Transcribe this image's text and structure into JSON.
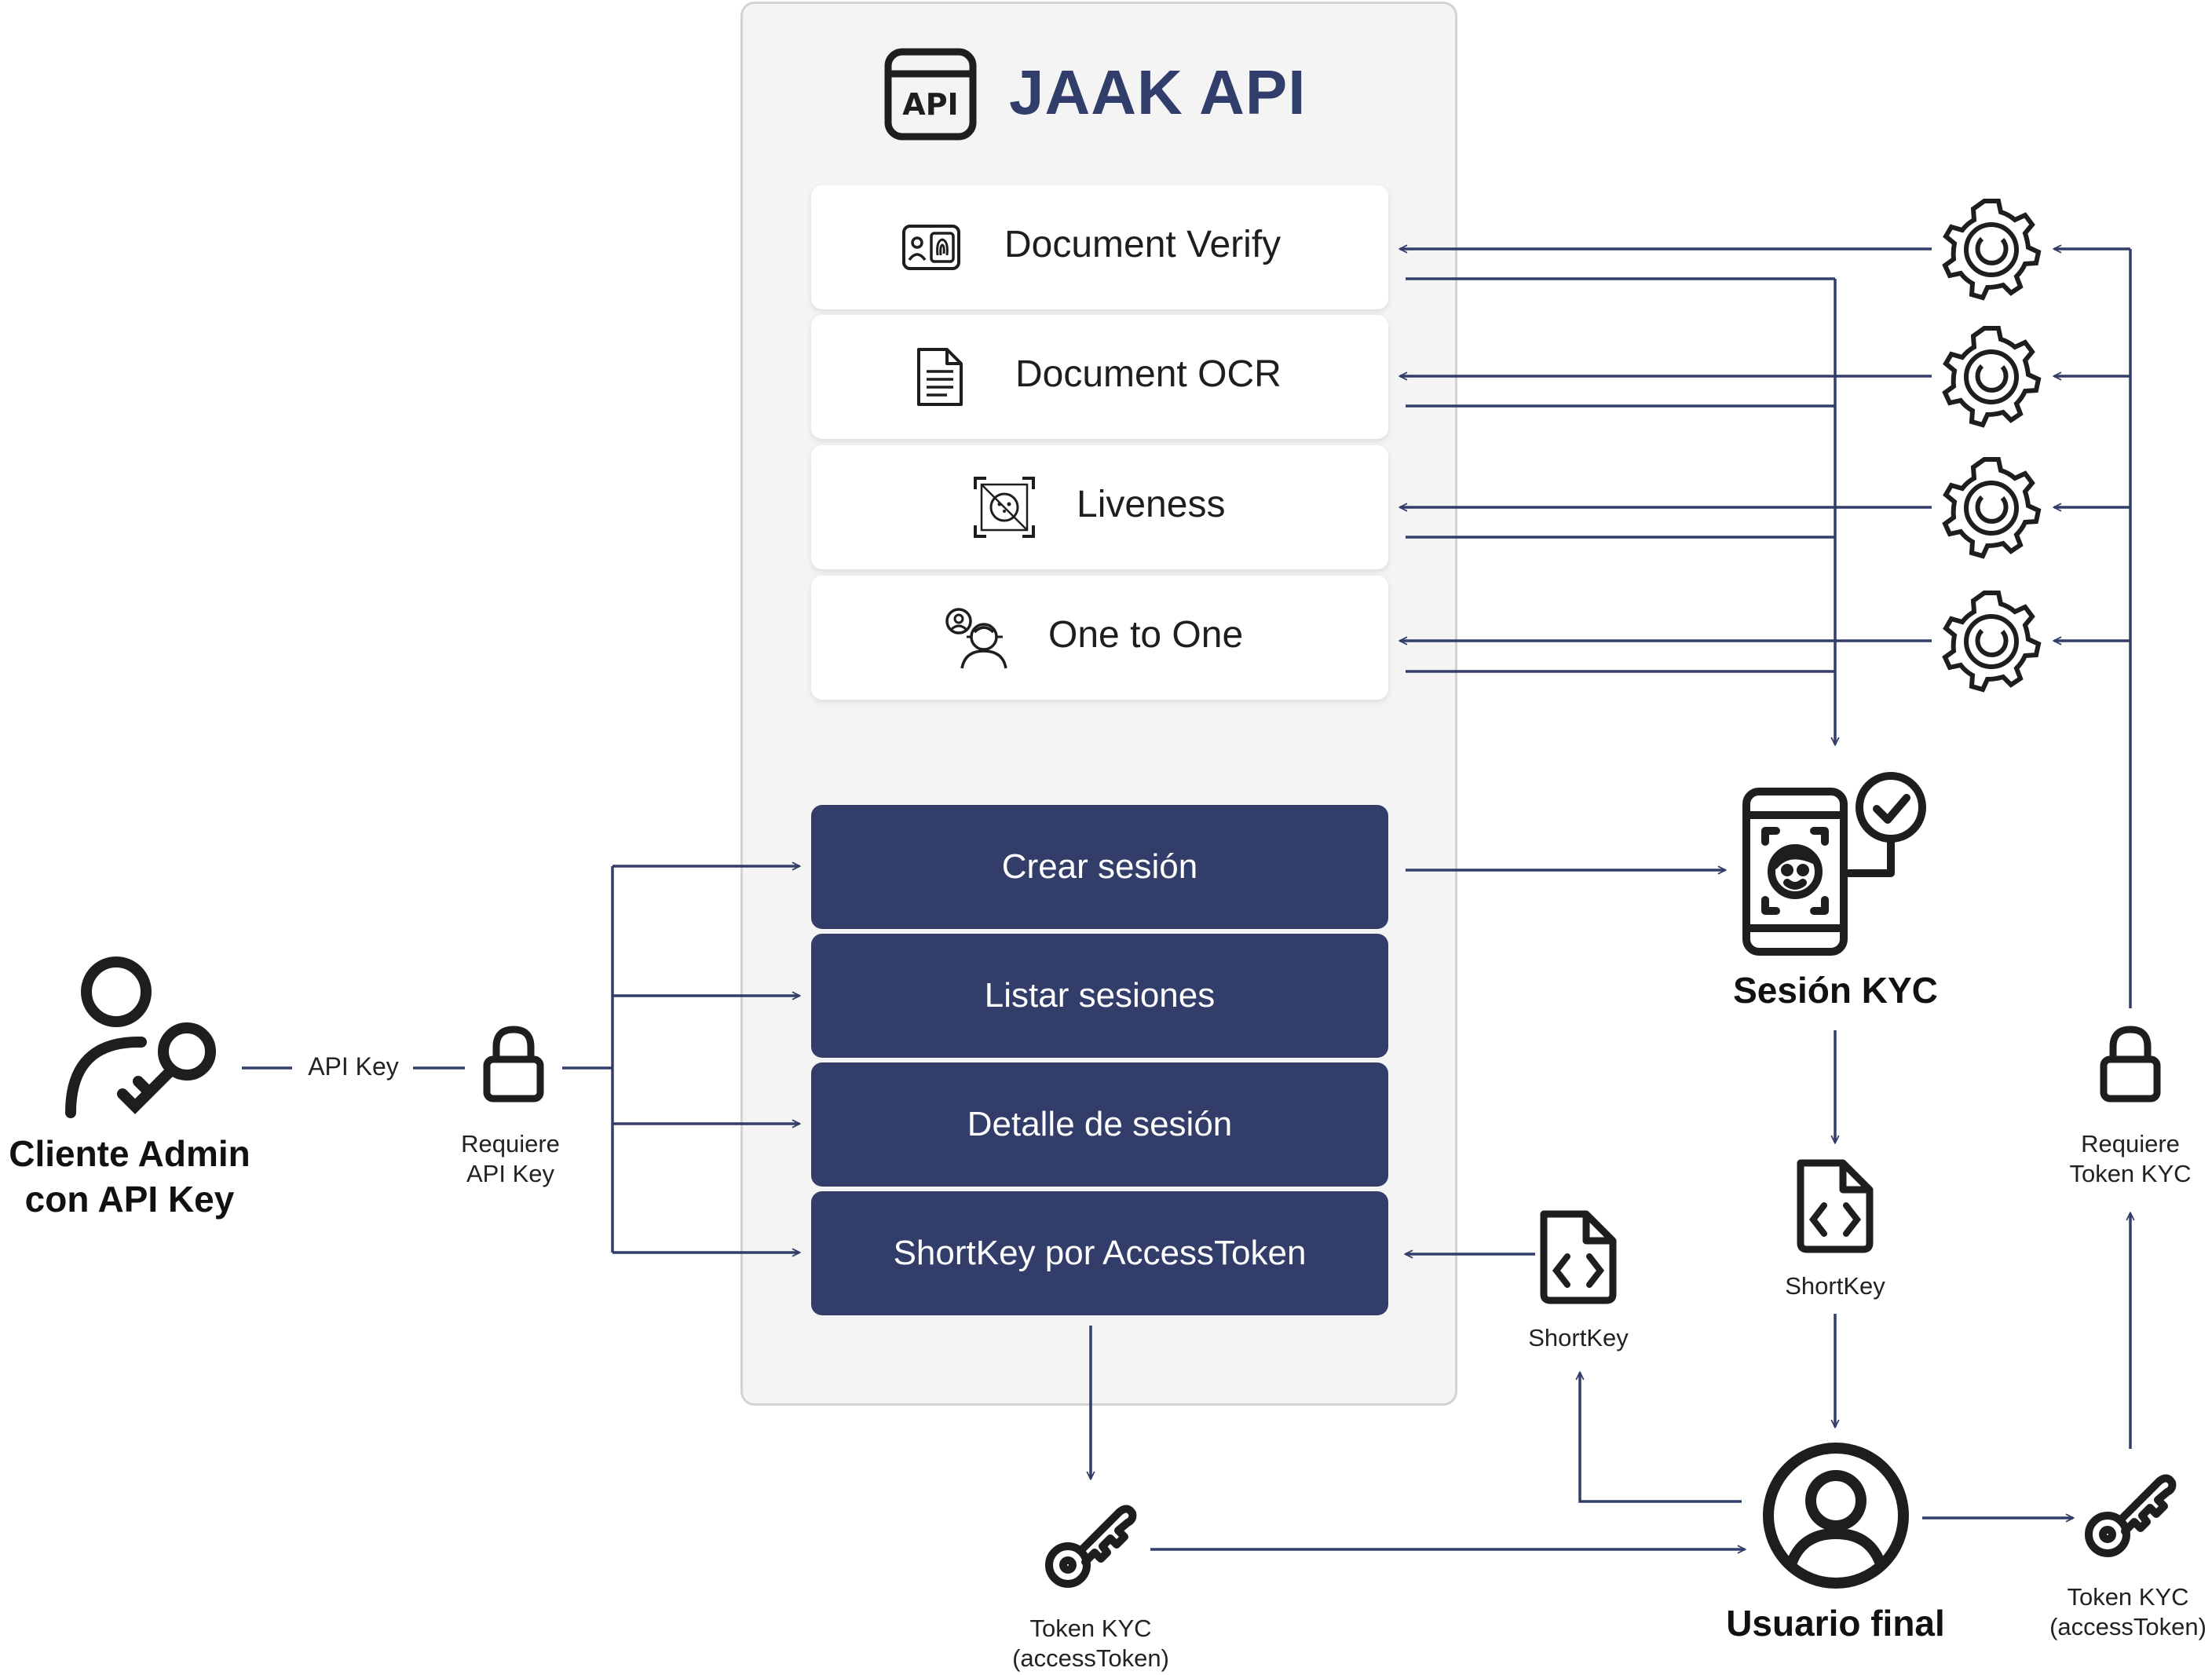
{
  "api": {
    "title": "JAAK API",
    "icon_text": "API",
    "services": [
      {
        "label": "Document Verify",
        "icon": "id-card-fingerprint-icon"
      },
      {
        "label": "Document OCR",
        "icon": "document-text-icon"
      },
      {
        "label": "Liveness",
        "icon": "face-scan-icon"
      },
      {
        "label": "One to One",
        "icon": "face-match-icon"
      }
    ],
    "endpoints": [
      {
        "label": "Crear sesión"
      },
      {
        "label": "Listar sesiones"
      },
      {
        "label": "Detalle de sesión"
      },
      {
        "label": "ShortKey por AccessToken"
      }
    ]
  },
  "actors": {
    "admin": {
      "line1": "Cliente Admin",
      "line2": "con API Key",
      "icon": "user-key-icon"
    },
    "kyc_session": {
      "label": "Sesión KYC",
      "icon": "phone-face-check-icon"
    },
    "end_user": {
      "label": "Usuario final",
      "icon": "user-circle-icon"
    }
  },
  "labels": {
    "api_key": "API Key",
    "requires_api_key_1": "Requiere",
    "requires_api_key_2": "API Key",
    "requires_token_1": "Requiere",
    "requires_token_2": "Token KYC",
    "shortkey_mid": "ShortKey",
    "shortkey_right": "ShortKey",
    "token_bottom_1": "Token KYC",
    "token_bottom_2": "(accessToken)",
    "token_right_1": "Token KYC",
    "token_right_2": "(accessToken)"
  },
  "colors": {
    "navy": "#323e69",
    "line": "#323e69",
    "panel": "#f4f4f4",
    "icon": "#1e1e1e"
  }
}
